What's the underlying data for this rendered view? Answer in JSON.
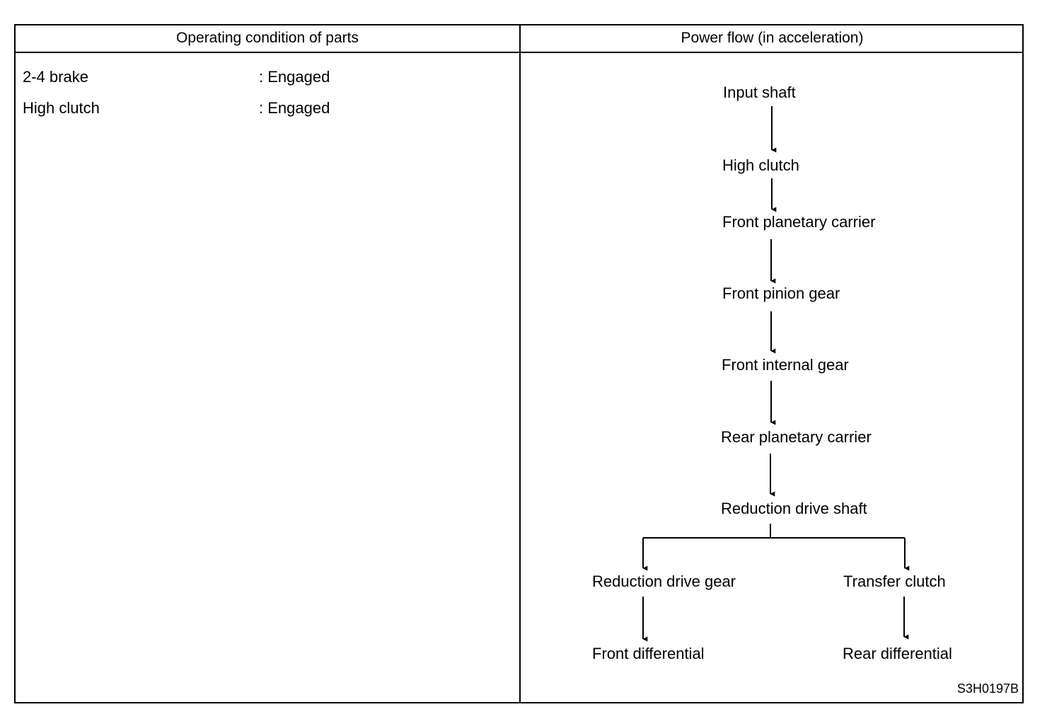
{
  "table": {
    "headers": {
      "left": "Operating condition of parts",
      "right": "Power flow (in acceleration)"
    },
    "conditions": [
      {
        "part": "2-4 brake",
        "state": ": Engaged"
      },
      {
        "part": "High clutch",
        "state": ": Engaged"
      }
    ]
  },
  "flow": {
    "nodes": [
      "Input shaft",
      "High clutch",
      "Front planetary carrier",
      "Front pinion gear",
      "Front internal gear",
      "Rear planetary carrier",
      "Reduction drive shaft"
    ],
    "left_branch": [
      "Reduction drive gear",
      "Front differential"
    ],
    "right_branch": [
      "Transfer clutch",
      "Rear differential"
    ]
  },
  "reference_code": "S3H0197B"
}
